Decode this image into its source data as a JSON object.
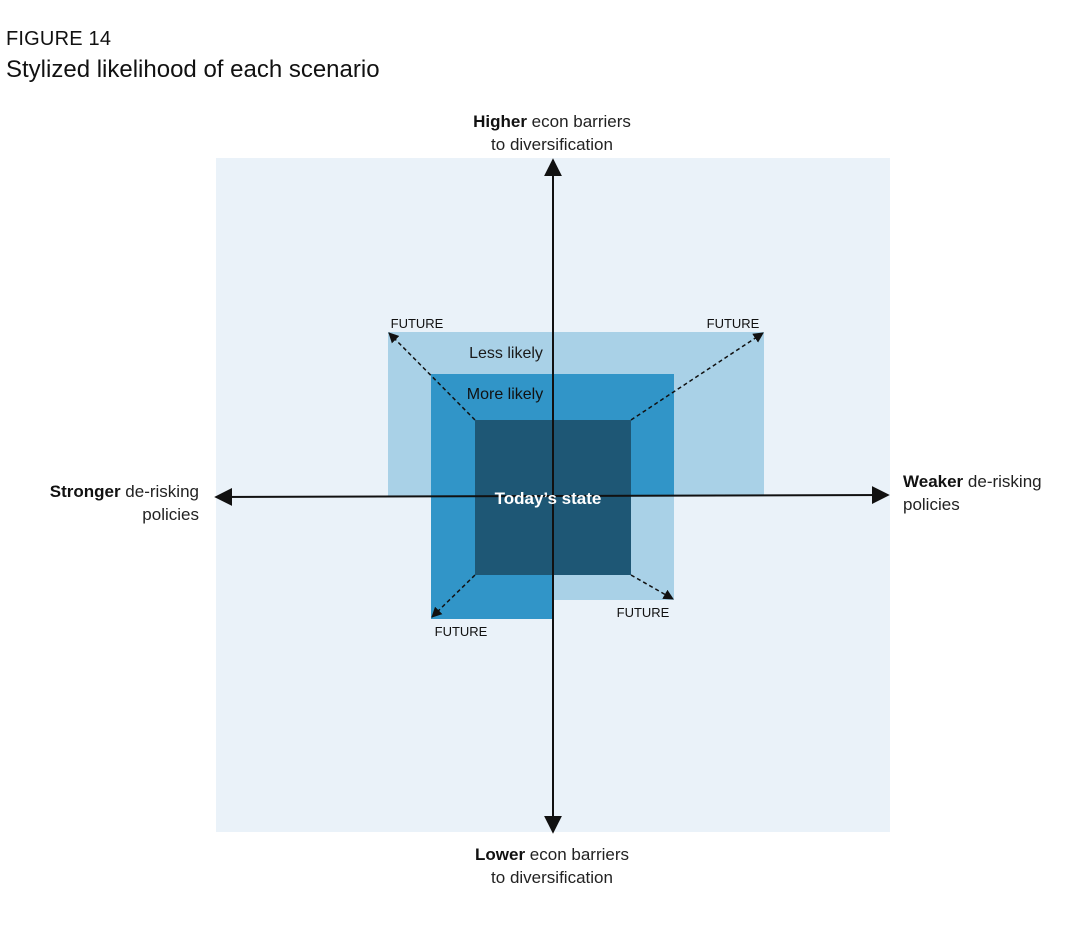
{
  "figure": {
    "label": "FIGURE 14",
    "title": "Stylized likelihood of each scenario"
  },
  "axes": {
    "top": {
      "bold": "Higher",
      "rest": " econ barriers",
      "line2": "to diversification"
    },
    "bottom": {
      "bold": "Lower",
      "rest": " econ barriers",
      "line2": "to diversification"
    },
    "left": {
      "bold": "Stronger",
      "rest": " de-risking",
      "line2": "policies"
    },
    "right": {
      "bold": "Weaker",
      "rest": " de-risking",
      "line2": "policies"
    }
  },
  "regions": {
    "outer": {
      "label": "Less likely",
      "color": "#a9d1e7"
    },
    "middle": {
      "label": "More likely",
      "color": "#3195c8"
    },
    "center": {
      "label": "Today’s state",
      "color": "#1e5775"
    },
    "background": {
      "color": "#eaf2f9"
    }
  },
  "futures": {
    "top_left": "FUTURE",
    "top_right": "FUTURE",
    "bottom_left": "FUTURE",
    "bottom_right": "FUTURE"
  }
}
